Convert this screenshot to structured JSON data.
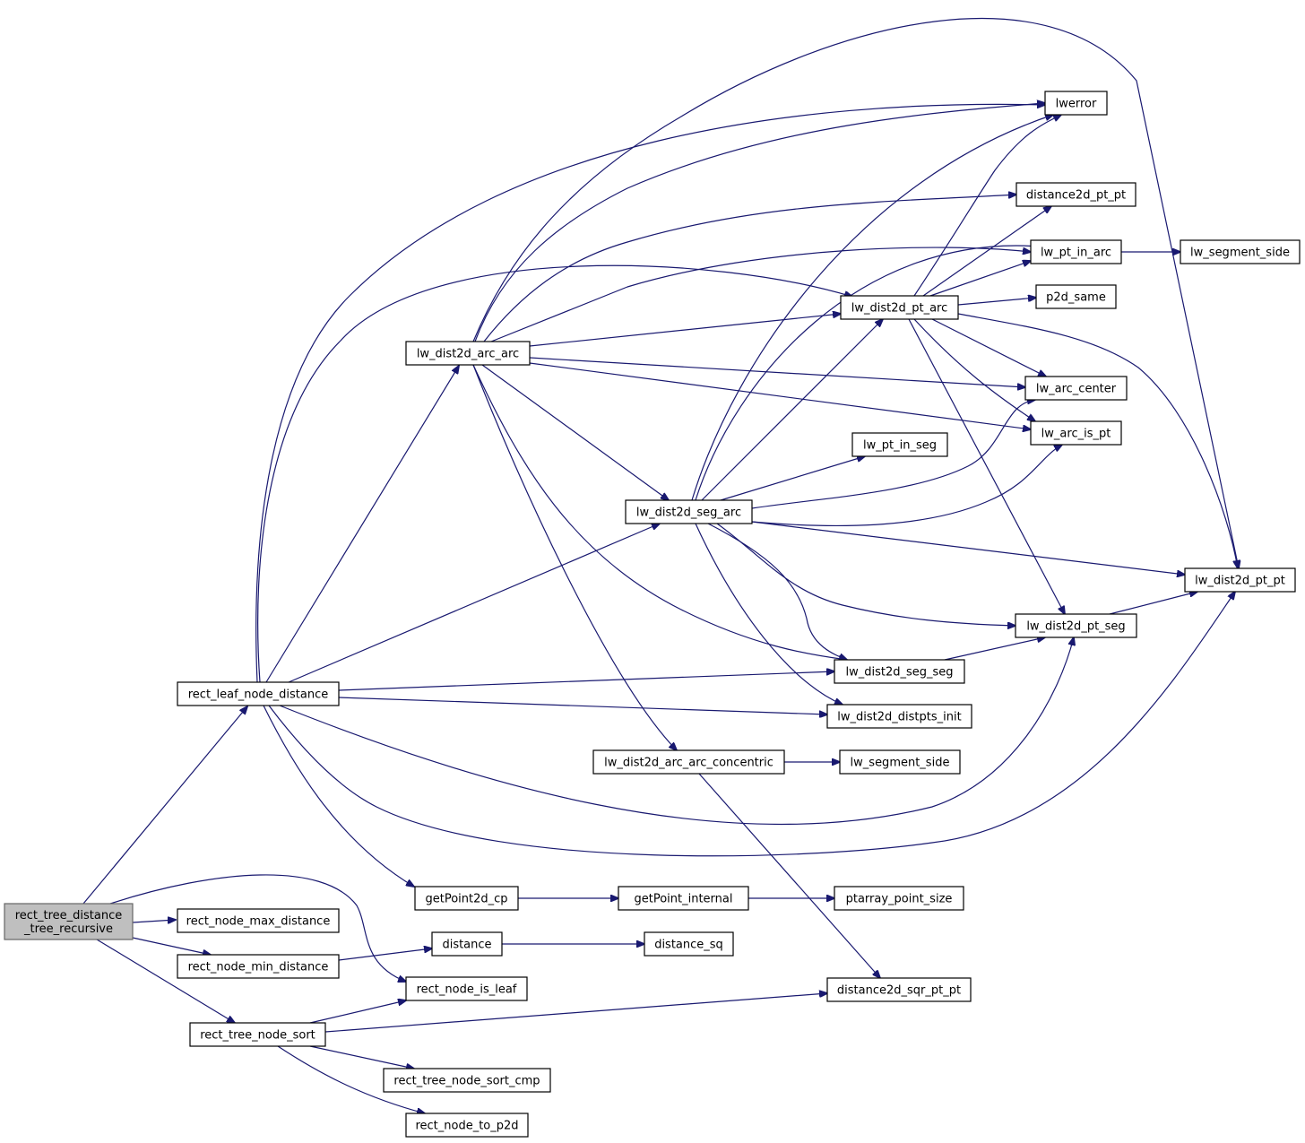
{
  "diagram": {
    "nodes": [
      {
        "id": "root",
        "lines": [
          "rect_tree_distance",
          "_tree_recursive"
        ],
        "root": true
      },
      {
        "id": "rect_leaf_node_distance",
        "lines": [
          "rect_leaf_node_distance"
        ]
      },
      {
        "id": "rect_node_max_distance",
        "lines": [
          "rect_node_max_distance"
        ]
      },
      {
        "id": "rect_node_min_distance",
        "lines": [
          "rect_node_min_distance"
        ]
      },
      {
        "id": "rect_node_is_leaf",
        "lines": [
          "rect_node_is_leaf"
        ]
      },
      {
        "id": "rect_tree_node_sort",
        "lines": [
          "rect_tree_node_sort"
        ]
      },
      {
        "id": "lw_dist2d_arc_arc",
        "lines": [
          "lw_dist2d_arc_arc"
        ]
      },
      {
        "id": "lw_dist2d_seg_arc",
        "lines": [
          "lw_dist2d_seg_arc"
        ]
      },
      {
        "id": "lw_dist2d_arc_arc_concentric",
        "lines": [
          "lw_dist2d_arc_arc_concentric"
        ]
      },
      {
        "id": "getPoint2d_cp",
        "lines": [
          "getPoint2d_cp"
        ]
      },
      {
        "id": "getPoint_internal",
        "lines": [
          "getPoint_internal"
        ]
      },
      {
        "id": "ptarray_point_size",
        "lines": [
          "ptarray_point_size"
        ]
      },
      {
        "id": "distance",
        "lines": [
          "distance"
        ]
      },
      {
        "id": "distance_sq",
        "lines": [
          "distance_sq"
        ]
      },
      {
        "id": "distance2d_sqr_pt_pt",
        "lines": [
          "distance2d_sqr_pt_pt"
        ]
      },
      {
        "id": "rect_tree_node_sort_cmp",
        "lines": [
          "rect_tree_node_sort_cmp"
        ]
      },
      {
        "id": "rect_node_to_p2d",
        "lines": [
          "rect_node_to_p2d"
        ]
      },
      {
        "id": "lw_dist2d_pt_arc",
        "lines": [
          "lw_dist2d_pt_arc"
        ]
      },
      {
        "id": "lw_pt_in_seg",
        "lines": [
          "lw_pt_in_seg"
        ]
      },
      {
        "id": "lw_dist2d_seg_seg",
        "lines": [
          "lw_dist2d_seg_seg"
        ]
      },
      {
        "id": "lw_dist2d_distpts_init",
        "lines": [
          "lw_dist2d_distpts_init"
        ]
      },
      {
        "id": "lw_segment_side_b",
        "lines": [
          "lw_segment_side"
        ]
      },
      {
        "id": "lwerror",
        "lines": [
          "lwerror"
        ]
      },
      {
        "id": "distance2d_pt_pt",
        "lines": [
          "distance2d_pt_pt"
        ]
      },
      {
        "id": "lw_pt_in_arc",
        "lines": [
          "lw_pt_in_arc"
        ]
      },
      {
        "id": "p2d_same",
        "lines": [
          "p2d_same"
        ]
      },
      {
        "id": "lw_arc_center",
        "lines": [
          "lw_arc_center"
        ]
      },
      {
        "id": "lw_arc_is_pt",
        "lines": [
          "lw_arc_is_pt"
        ]
      },
      {
        "id": "lw_dist2d_pt_seg",
        "lines": [
          "lw_dist2d_pt_seg"
        ]
      },
      {
        "id": "lw_dist2d_pt_pt",
        "lines": [
          "lw_dist2d_pt_pt"
        ]
      },
      {
        "id": "lw_segment_side_a",
        "lines": [
          "lw_segment_side"
        ]
      }
    ],
    "edges": [
      {
        "from": "root",
        "to": "rect_leaf_node_distance"
      },
      {
        "from": "root",
        "to": "rect_node_max_distance"
      },
      {
        "from": "root",
        "to": "rect_node_min_distance"
      },
      {
        "from": "root",
        "to": "rect_node_is_leaf"
      },
      {
        "from": "root",
        "to": "rect_tree_node_sort"
      },
      {
        "from": "rect_leaf_node_distance",
        "to": "lw_dist2d_arc_arc"
      },
      {
        "from": "rect_leaf_node_distance",
        "to": "lwerror"
      },
      {
        "from": "rect_leaf_node_distance",
        "to": "lw_dist2d_pt_arc"
      },
      {
        "from": "rect_leaf_node_distance",
        "to": "lw_dist2d_seg_arc"
      },
      {
        "from": "rect_leaf_node_distance",
        "to": "lw_dist2d_seg_seg"
      },
      {
        "from": "rect_leaf_node_distance",
        "to": "lw_dist2d_distpts_init"
      },
      {
        "from": "rect_leaf_node_distance",
        "to": "lw_dist2d_pt_seg"
      },
      {
        "from": "rect_leaf_node_distance",
        "to": "lw_dist2d_pt_pt"
      },
      {
        "from": "rect_leaf_node_distance",
        "to": "getPoint2d_cp"
      },
      {
        "from": "lw_dist2d_arc_arc",
        "to": "lwerror"
      },
      {
        "from": "lw_dist2d_arc_arc",
        "to": "distance2d_pt_pt"
      },
      {
        "from": "lw_dist2d_arc_arc",
        "to": "lw_pt_in_arc"
      },
      {
        "from": "lw_dist2d_arc_arc",
        "to": "lw_dist2d_pt_arc"
      },
      {
        "from": "lw_dist2d_arc_arc",
        "to": "lw_arc_center"
      },
      {
        "from": "lw_dist2d_arc_arc",
        "to": "lw_arc_is_pt"
      },
      {
        "from": "lw_dist2d_arc_arc",
        "to": "lw_dist2d_pt_pt"
      },
      {
        "from": "lw_dist2d_arc_arc",
        "to": "lw_dist2d_seg_arc"
      },
      {
        "from": "lw_dist2d_arc_arc",
        "to": "lw_dist2d_seg_seg"
      },
      {
        "from": "lw_dist2d_arc_arc",
        "to": "lw_dist2d_arc_arc_concentric"
      },
      {
        "from": "lw_dist2d_seg_arc",
        "to": "lwerror"
      },
      {
        "from": "lw_dist2d_seg_arc",
        "to": "lw_pt_in_arc"
      },
      {
        "from": "lw_dist2d_seg_arc",
        "to": "lw_dist2d_pt_arc"
      },
      {
        "from": "lw_dist2d_seg_arc",
        "to": "lw_pt_in_seg"
      },
      {
        "from": "lw_dist2d_seg_arc",
        "to": "lw_arc_center"
      },
      {
        "from": "lw_dist2d_seg_arc",
        "to": "lw_arc_is_pt"
      },
      {
        "from": "lw_dist2d_seg_arc",
        "to": "lw_dist2d_pt_pt"
      },
      {
        "from": "lw_dist2d_seg_arc",
        "to": "lw_dist2d_pt_seg"
      },
      {
        "from": "lw_dist2d_seg_arc",
        "to": "lw_dist2d_seg_seg"
      },
      {
        "from": "lw_dist2d_seg_arc",
        "to": "lw_dist2d_distpts_init"
      },
      {
        "from": "lw_dist2d_pt_arc",
        "to": "lwerror"
      },
      {
        "from": "lw_dist2d_pt_arc",
        "to": "distance2d_pt_pt"
      },
      {
        "from": "lw_dist2d_pt_arc",
        "to": "lw_pt_in_arc"
      },
      {
        "from": "lw_dist2d_pt_arc",
        "to": "p2d_same"
      },
      {
        "from": "lw_dist2d_pt_arc",
        "to": "lw_arc_center"
      },
      {
        "from": "lw_dist2d_pt_arc",
        "to": "lw_arc_is_pt"
      },
      {
        "from": "lw_dist2d_pt_arc",
        "to": "lw_dist2d_pt_pt"
      },
      {
        "from": "lw_dist2d_pt_arc",
        "to": "lw_dist2d_pt_seg"
      },
      {
        "from": "lw_pt_in_arc",
        "to": "lw_segment_side_a"
      },
      {
        "from": "lw_dist2d_seg_seg",
        "to": "lw_dist2d_pt_seg"
      },
      {
        "from": "lw_dist2d_pt_seg",
        "to": "lw_dist2d_pt_pt"
      },
      {
        "from": "lw_dist2d_arc_arc_concentric",
        "to": "lw_segment_side_b"
      },
      {
        "from": "lw_dist2d_arc_arc_concentric",
        "to": "distance2d_sqr_pt_pt"
      },
      {
        "from": "getPoint2d_cp",
        "to": "getPoint_internal"
      },
      {
        "from": "getPoint_internal",
        "to": "ptarray_point_size"
      },
      {
        "from": "rect_node_min_distance",
        "to": "distance"
      },
      {
        "from": "distance",
        "to": "distance_sq"
      },
      {
        "from": "rect_tree_node_sort",
        "to": "rect_node_is_leaf"
      },
      {
        "from": "rect_tree_node_sort",
        "to": "distance2d_sqr_pt_pt"
      },
      {
        "from": "rect_tree_node_sort",
        "to": "rect_tree_node_sort_cmp"
      },
      {
        "from": "rect_tree_node_sort",
        "to": "rect_node_to_p2d"
      }
    ]
  }
}
